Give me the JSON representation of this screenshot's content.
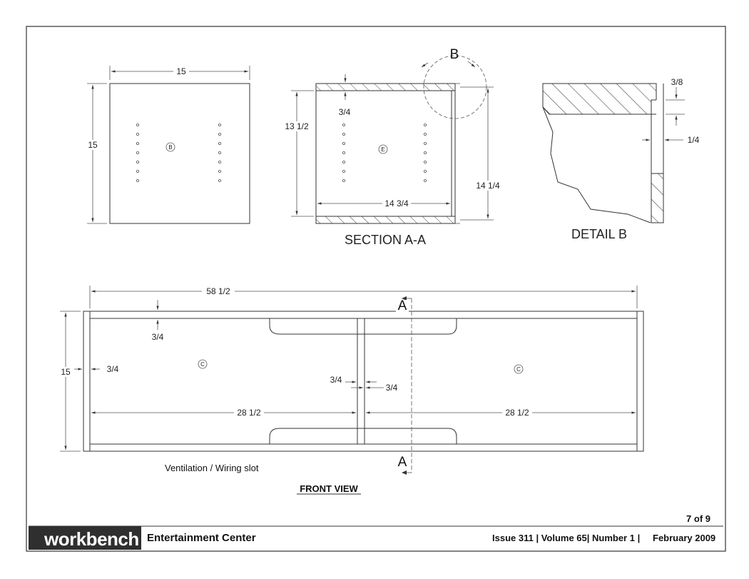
{
  "title_block": {
    "logo": "workbench",
    "logo_mark": "·",
    "project": "Entertainment Center",
    "issue": "Issue 311 | Volume 65| Number 1 |",
    "date": "February 2009",
    "page": "7 of 9"
  },
  "top_panel": {
    "width": "15",
    "height": "15",
    "part": "B"
  },
  "section": {
    "title": "SECTION  A-A",
    "callout": "B",
    "thickness": "3/4",
    "inner_height": "13 1/2",
    "outer_height": "14 1/4",
    "inner_width": "14 3/4",
    "part": "E"
  },
  "detail": {
    "title": "DETAIL  B",
    "dado_depth": "3/8",
    "dado_width": "1/4"
  },
  "front": {
    "title": "FRONT VIEW",
    "overall_width": "58 1/2",
    "overall_height": "15",
    "top_thickness": "3/4",
    "side_thickness": "3/4",
    "divider_left": "3/4",
    "divider_right": "3/4",
    "left_opening": "28 1/2",
    "right_opening": "28 1/2",
    "section_mark_top": "A",
    "section_mark_bottom": "A",
    "slot_note": "Ventilation / Wiring slot",
    "part_left": "C",
    "part_right": "C"
  }
}
